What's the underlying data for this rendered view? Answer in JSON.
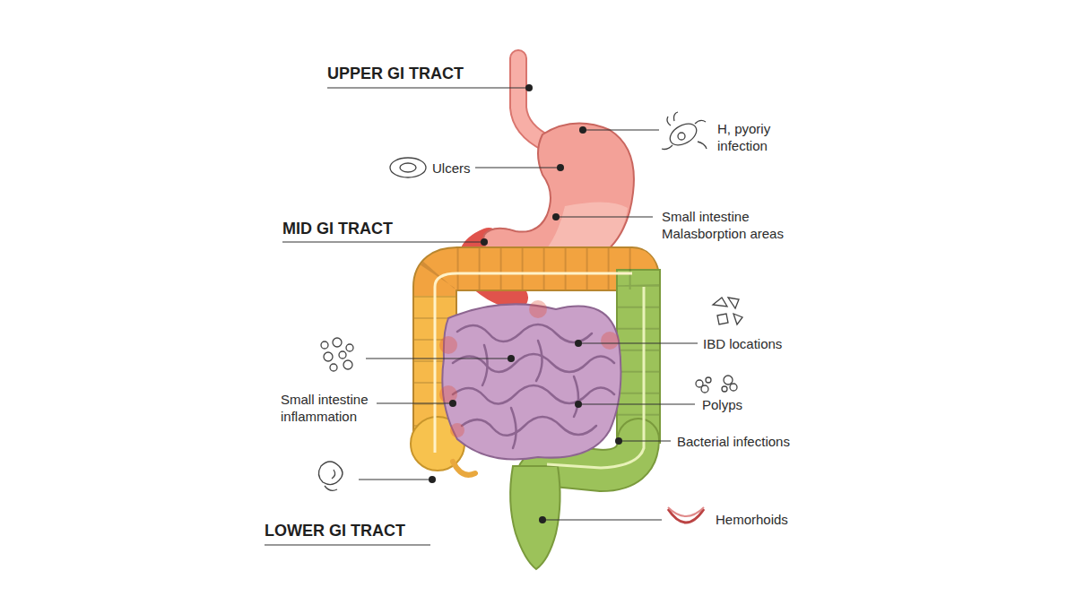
{
  "diagram": {
    "labels": [
      "UPPER GI TRACT",
      "H, pyoriy infection",
      "Ulcers",
      "MID GI TRACT",
      "Small intestine Malasborption areas",
      "IBD locations",
      "Small intestine inflammation",
      "Polyps",
      "Bacterial infections",
      "LOWER GI TRACT",
      "Hemorhoids"
    ]
  }
}
